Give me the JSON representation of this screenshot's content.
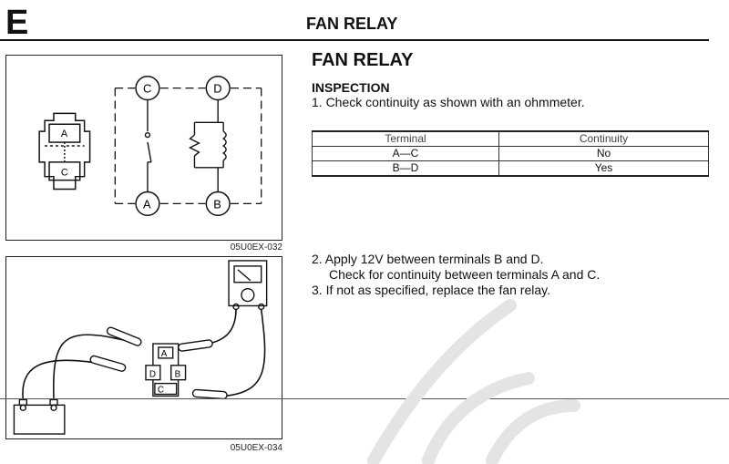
{
  "header": {
    "section_letter": "E",
    "title": "FAN RELAY"
  },
  "figures": [
    {
      "code": "05U0EX-032",
      "connector_labels": [
        "A",
        "C"
      ],
      "terminal_labels": [
        "C",
        "D",
        "A",
        "B"
      ]
    },
    {
      "code": "05U0EX-034",
      "connector_labels": [
        "A",
        "D",
        "B",
        "C"
      ]
    }
  ],
  "content": {
    "title": "FAN RELAY",
    "subtitle": "INSPECTION",
    "step1": "1. Check continuity as shown with an ohmmeter."
  },
  "table": {
    "headers": [
      "Terminal",
      "Continuity"
    ],
    "rows": [
      [
        "A—C",
        "No"
      ],
      [
        "B—D",
        "Yes"
      ]
    ]
  },
  "steps": {
    "step2a": "2. Apply 12V between terminals B and D.",
    "step2b": "Check for continuity between terminals A and C.",
    "step3": "3. If not as specified, replace the fan relay."
  }
}
